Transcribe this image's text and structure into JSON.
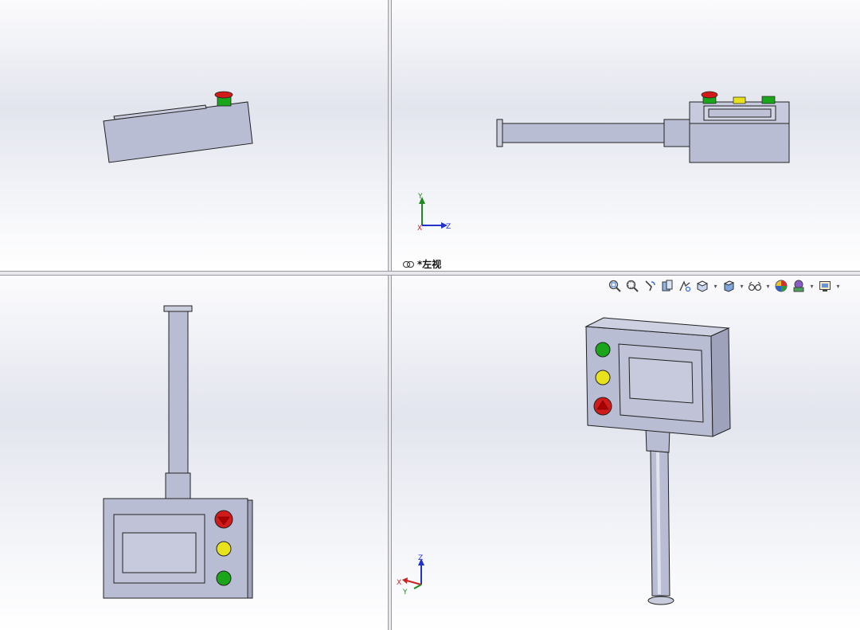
{
  "viewports": {
    "top_right": {
      "label": "*左视",
      "triad": {
        "up": "Y",
        "right": "Z",
        "origin": "X"
      }
    },
    "bottom_right": {
      "triad": {
        "up": "Z",
        "left": "X",
        "origin": "Y"
      }
    }
  },
  "toolbar": {
    "icons": [
      "zoom-to-fit-icon",
      "zoom-to-area-icon",
      "previous-view-icon",
      "section-view-icon",
      "dynamic-annotation-icon",
      "view-orientation-icon",
      "display-style-icon",
      "hide-show-items-icon",
      "edit-appearance-icon",
      "apply-scene-icon",
      "view-settings-icon"
    ]
  },
  "colors": {
    "body": "#b9bdd3",
    "body_dark": "#9ea2bb",
    "outline": "#222222",
    "button_red": "#d11a1a",
    "button_yellow": "#e8e21c",
    "button_green": "#1aa51a",
    "axis_y": "#1f8a1f",
    "axis_z": "#2233cc",
    "axis_x": "#cc2222"
  }
}
